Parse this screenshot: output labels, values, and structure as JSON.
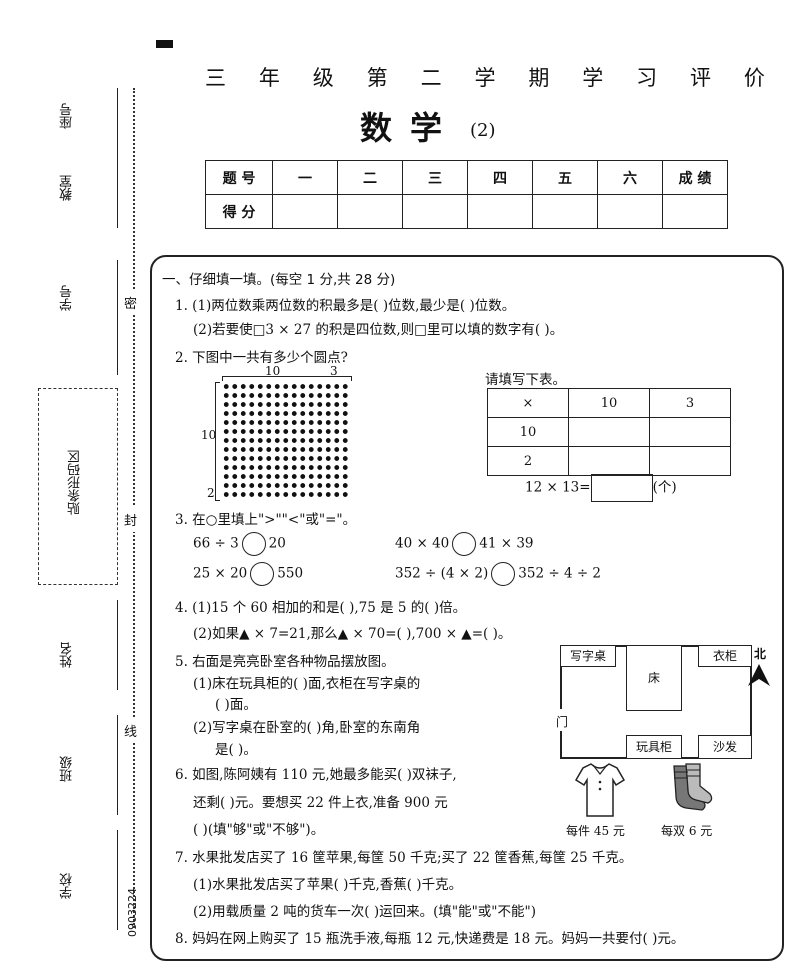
{
  "sidebar": {
    "seat": "座号",
    "classroom": "教室",
    "student_id": "学号",
    "barcode": "贴条形码区",
    "name": "姓名",
    "class": "班级",
    "school": "学校",
    "code": "0903224",
    "seal_mi": "密",
    "seal_feng": "封",
    "seal_xian": "线"
  },
  "header": {
    "title_chars": [
      "三",
      "年",
      "级",
      "第",
      "二",
      "学",
      "期",
      "学",
      "习",
      "评",
      "价"
    ],
    "subject": "数学",
    "paper_no": "(2)"
  },
  "score_table": {
    "row1": [
      "题 号",
      "一",
      "二",
      "三",
      "四",
      "五",
      "六",
      "成 绩"
    ],
    "row2_label": "得 分"
  },
  "section1": {
    "heading": "一、仔细填一填。(每空 1 分,共 28 分)",
    "q1a": "1. (1)两位数乘两位数的积最多是(          )位数,最少是(          )位数。",
    "q1b": "(2)若要使□3 × 27 的积是四位数,则□里可以填的数字有(                              )。",
    "q2": "2. 下图中一共有多少个圆点?",
    "grid_top_10": "10",
    "grid_top_3": "3",
    "grid_left_10": "10",
    "grid_left_2": "2",
    "table_prompt": "请填写下表。",
    "fill_table": [
      [
        "×",
        "10",
        "3"
      ],
      [
        "10",
        "",
        ""
      ],
      [
        "2",
        "",
        ""
      ]
    ],
    "eq_left": "12 × 13=",
    "eq_unit": "(个)",
    "q3": "3. 在○里填上\">\"\"<\"或\"=\"。",
    "c1l": "66 ÷ 3",
    "c1r": "20",
    "c2l": "40 × 40",
    "c2r": "41 × 39",
    "c3l": "25 × 20",
    "c3r": "550",
    "c4l": "352 ÷ (4 × 2)",
    "c4r": "352 ÷ 4 ÷ 2",
    "q4a": "4. (1)15 个 60 相加的和是(             ),75 是 5 的(             )倍。",
    "q4b": "(2)如果▲ × 7=21,那么▲ × 70=(             ),700 × ▲=(             )。",
    "q5": "5. 右面是亮亮卧室各种物品摆放图。",
    "q5a1": "(1)床在玩具柜的(            )面,衣柜在写字桌的",
    "q5a2": "(            )面。",
    "q5b1": "(2)写字桌在卧室的(            )角,卧室的东南角",
    "q5b2": "是(            )。",
    "room": {
      "desk": "写字桌",
      "bed": "床",
      "wardrobe": "衣柜",
      "door": "门",
      "toy": "玩具柜",
      "sofa": "沙发",
      "north": "北"
    },
    "q6a": "6. 如图,陈阿姨有 110 元,她最多能买(             )双袜子,",
    "q6b": "还剩(            )元。要想买 22 件上衣,准备 900 元",
    "q6c": "(             )(填\"够\"或\"不够\")。",
    "shirt_price": "每件 45 元",
    "sock_price": "每双 6 元",
    "q7": "7. 水果批发店买了 16 筐苹果,每筐 50 千克;买了 22 筐香蕉,每筐 25 千克。",
    "q7a": "(1)水果批发店买了苹果(             )千克,香蕉(             )千克。",
    "q7b": "(2)用载质量 2 吨的货车一次(             )运回来。(填\"能\"或\"不能\")",
    "q8": "8. 妈妈在网上购买了 15 瓶洗手液,每瓶 12 元,快递费是 18 元。妈妈一共要付(             )元。"
  }
}
